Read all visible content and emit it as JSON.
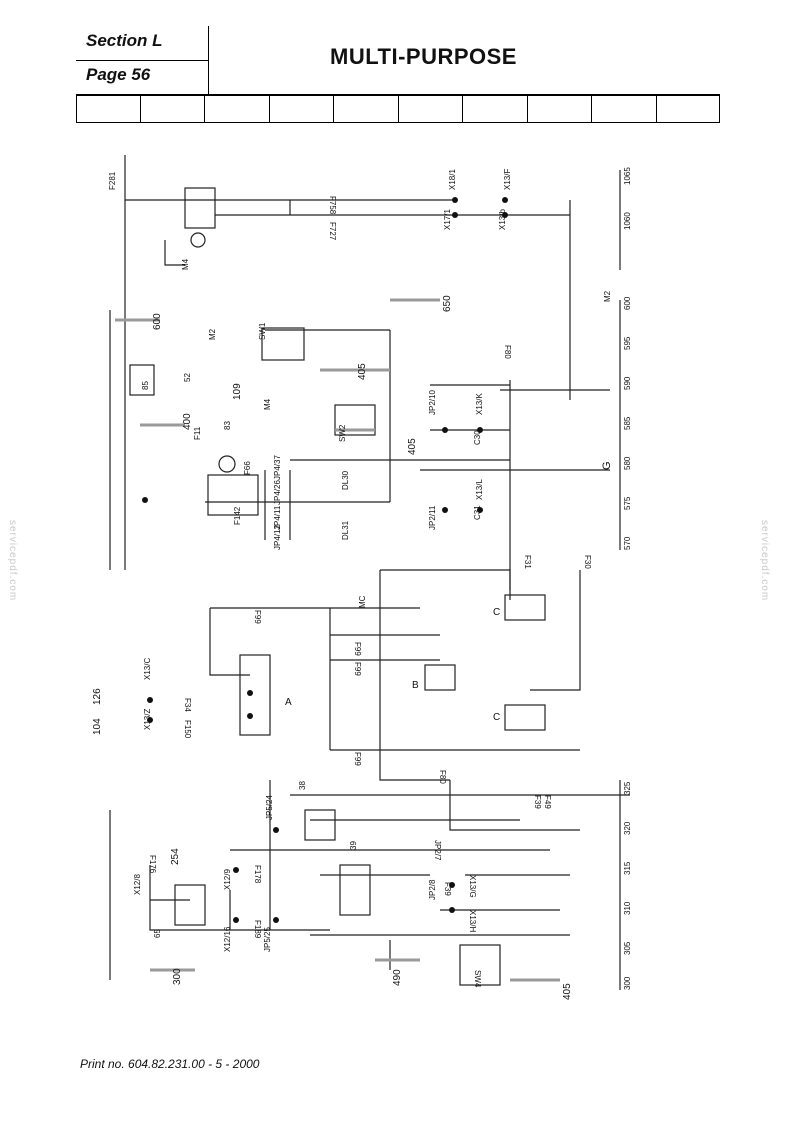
{
  "header": {
    "section": "Section L",
    "page": "Page 56",
    "title": "MULTI-PURPOSE"
  },
  "footer": {
    "print_no": "Print no. 604.82.231.00 - 5 - 2000"
  },
  "watermark": "servicepdf.com",
  "diagram": {
    "wires": [
      "F281",
      "F758",
      "F727",
      "F80",
      "F11",
      "F66",
      "F142",
      "F99",
      "F34",
      "F150",
      "F31",
      "F30",
      "F39",
      "F49",
      "F176",
      "F178",
      "F189"
    ],
    "connectors": [
      "X18/1",
      "X13/F",
      "X17/1",
      "X13/b",
      "X13/K",
      "X13/L",
      "X13/C",
      "X13/Z",
      "X13/G",
      "X13/H",
      "X12/8",
      "X12/9",
      "X12/16",
      "JP2/10",
      "JP2/11",
      "JP2/7",
      "JP2/8",
      "JP4/37",
      "JP4/26",
      "JP4/11",
      "JP4/12",
      "JP5/24",
      "JP5/25",
      "C30",
      "C31"
    ],
    "components": [
      "60",
      "52",
      "83",
      "65",
      "38",
      "39",
      "A",
      "B",
      "C",
      "C"
    ],
    "devices": [
      "M4",
      "M2",
      "M4",
      "MC",
      "M2",
      "SW1",
      "SW2",
      "SW4",
      "DL30",
      "DL31",
      "85",
      "G"
    ],
    "refs": [
      "600",
      "650",
      "405",
      "400",
      "109",
      "405",
      "126",
      "104",
      "254",
      "300",
      "490",
      "405"
    ],
    "scale": [
      "1065",
      "1060",
      "600",
      "595",
      "590",
      "585",
      "580",
      "575",
      "570",
      "325",
      "320",
      "315",
      "310",
      "305",
      "300"
    ]
  }
}
